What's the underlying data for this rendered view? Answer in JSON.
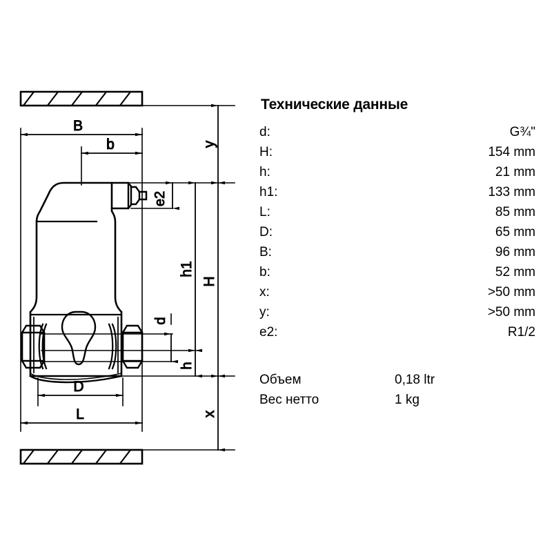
{
  "specs": {
    "title": "Технические данные",
    "rows": [
      {
        "label": "d:",
        "value": "G¾\""
      },
      {
        "label": "H:",
        "value": "154 mm"
      },
      {
        "label": "h:",
        "value": "21 mm"
      },
      {
        "label": "h1:",
        "value": "133 mm"
      },
      {
        "label": "L:",
        "value": "85 mm"
      },
      {
        "label": "D:",
        "value": "65 mm"
      },
      {
        "label": "B:",
        "value": "96 mm"
      },
      {
        "label": "b:",
        "value": "52 mm"
      },
      {
        "label": "x:",
        "value": ">50 mm"
      },
      {
        "label": "y:",
        "value": ">50 mm"
      },
      {
        "label": "e2:",
        "value": "R1/2"
      }
    ]
  },
  "extras": {
    "rows": [
      {
        "label": "Объем",
        "value": "0,18 ltr"
      },
      {
        "label": "Вес нетто",
        "value": "1 kg"
      }
    ]
  },
  "drawing": {
    "dimension_labels": {
      "B": "B",
      "b": "b",
      "D": "D",
      "L": "L",
      "H": "H",
      "h": "h",
      "h1": "h1",
      "d": "d",
      "e2": "e2",
      "x": "x",
      "y": "y"
    }
  },
  "colors": {
    "line": "#000000",
    "background": "#ffffff"
  }
}
